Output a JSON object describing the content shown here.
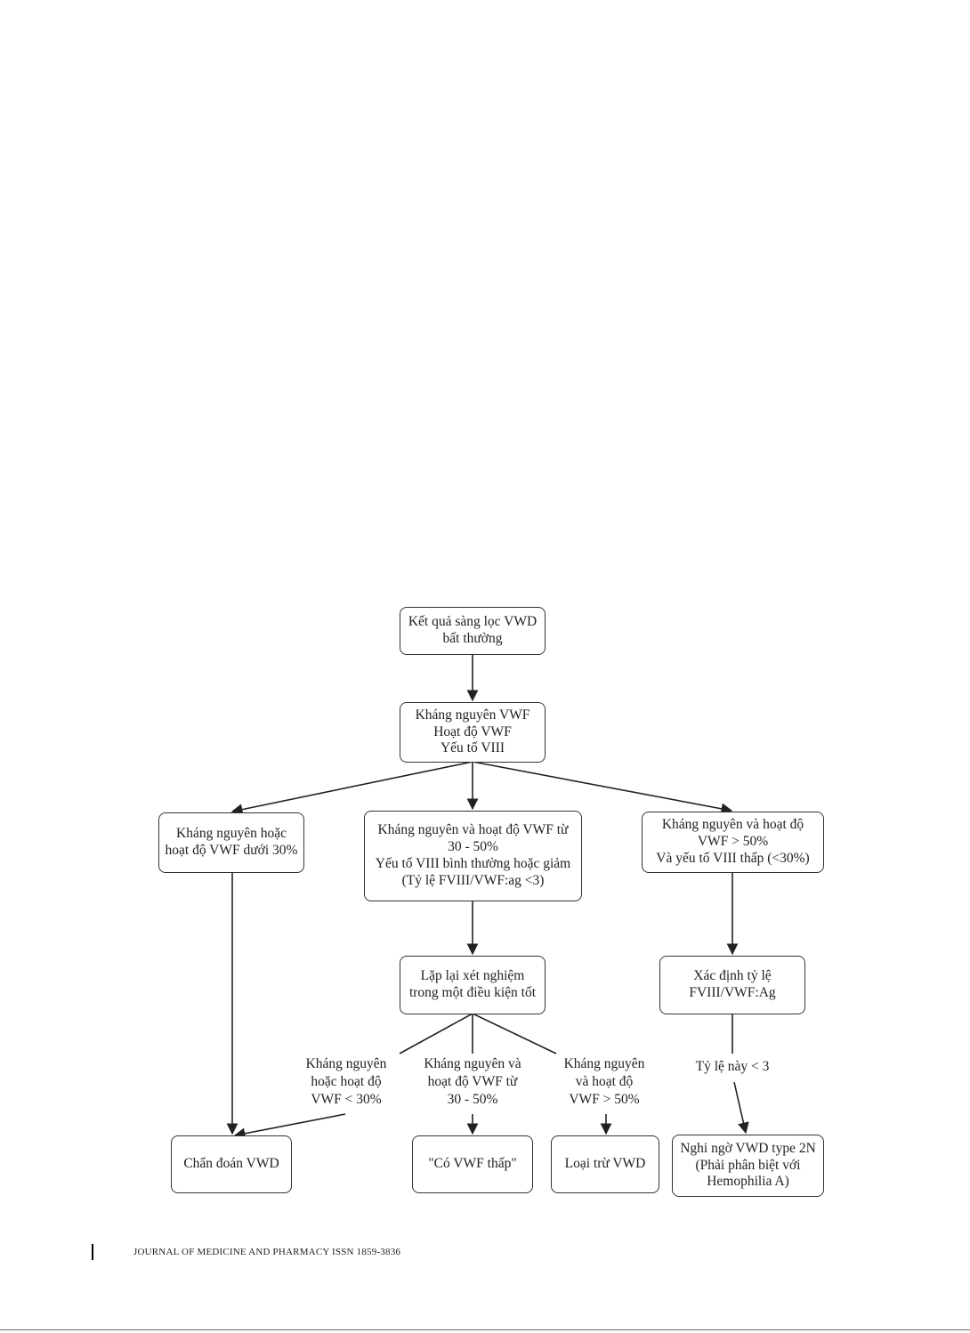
{
  "nodes": {
    "screening": [
      "Kết quả sàng lọc VWD",
      "bất thường"
    ],
    "tests": [
      "Kháng nguyên VWF",
      "Hoạt độ VWF",
      "Yếu tố VIII"
    ],
    "low_under30": [
      "Kháng nguyên hoặc",
      "hoạt độ VWF dưới 30%"
    ],
    "range_30_50": [
      "Kháng nguyên và hoạt độ VWF từ",
      "30 - 50%",
      "Yếu tố VIII bình thường hoặc giảm",
      "(Tỷ lệ FVIII/VWF:ag <3)"
    ],
    "over50_lowFVIII": [
      "Kháng nguyên và hoạt độ",
      "VWF > 50%",
      "Và yếu tố VIII thấp (<30%)"
    ],
    "repeat_test": [
      "Lặp lại xét nghiệm",
      "trong một điều kiện tốt"
    ],
    "ratio": [
      "Xác định tỷ lệ",
      "FVIII/VWF:Ag"
    ],
    "diag_vwd": [
      "Chẩn đoán VWD"
    ],
    "low_vwf": [
      "\"Có VWF thấp\""
    ],
    "exclude_vwd": [
      "Loại trừ VWD"
    ],
    "type2n": [
      "Nghi ngờ VWD type 2N",
      "(Phải phân biệt với",
      "Hemophilia A)"
    ]
  },
  "edge_labels": {
    "repeat_under30": [
      "Kháng nguyên",
      "hoặc hoạt độ",
      "VWF < 30%"
    ],
    "repeat_30_50": [
      "Kháng nguyên và",
      "hoạt độ VWF từ",
      "30 - 50%"
    ],
    "repeat_over50": [
      "Kháng nguyên",
      "và hoạt độ",
      "VWF > 50%"
    ],
    "ratio_under3": [
      "Tỷ lệ này < 3"
    ]
  },
  "footer": {
    "journal": "JOURNAL OF MEDICINE AND PHARMACY ISSN 1859-3836"
  }
}
